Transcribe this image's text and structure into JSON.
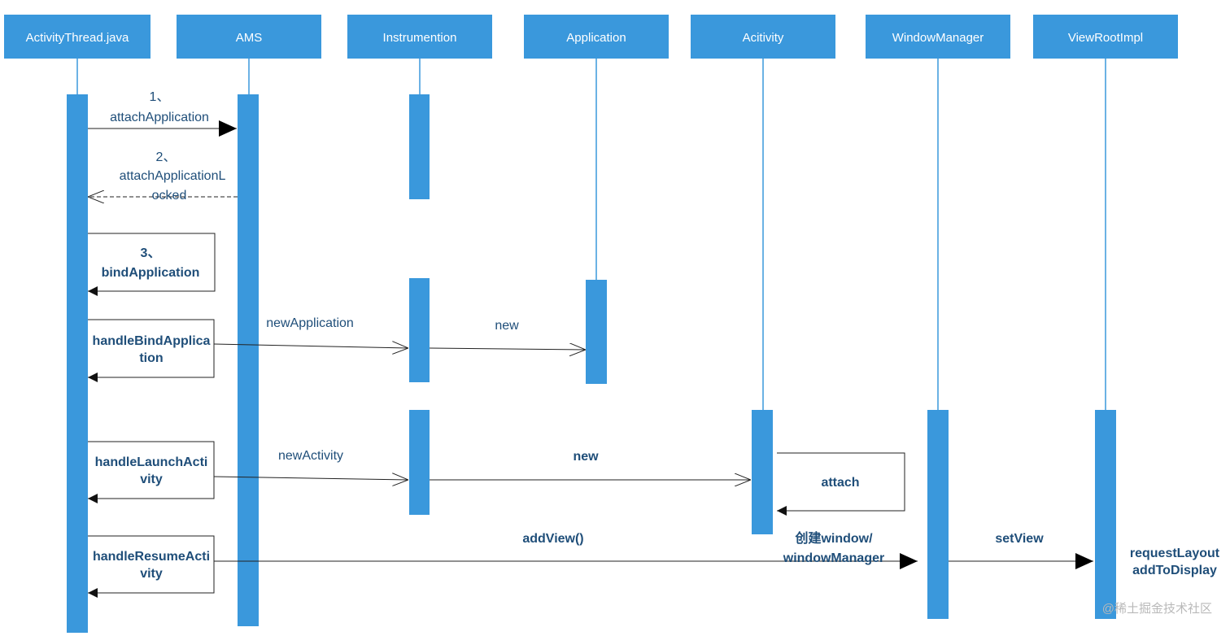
{
  "participants": {
    "activity_thread": "ActivityThread.java",
    "ams": "AMS",
    "instrumention": "Instrumention",
    "application": "Application",
    "acitivity": "Acitivity",
    "window_manager": "WindowManager",
    "view_root_impl": "ViewRootImpl"
  },
  "messages": {
    "m1_num": "1、",
    "m1_text": "attachApplication",
    "m2_num": "2、",
    "m2_text_a": "attachApplicationL",
    "m2_text_b": "ocked",
    "m3_num": "3、",
    "m3_text": "bindApplication",
    "handle_bind_a": "handleBindApplica",
    "handle_bind_b": "tion",
    "new_application": "newApplication",
    "new_1": "new",
    "handle_launch_a": "handleLaunchActi",
    "handle_launch_b": "vity",
    "new_activity": "newActivity",
    "new_2": "new",
    "attach": "attach",
    "handle_resume_a": "handleResumeActi",
    "handle_resume_b": "vity",
    "add_view": "addView()",
    "create_window_a": "创建window/",
    "create_window_b": "windowManager",
    "set_view": "setView",
    "request_layout": "requestLayout",
    "add_to_display": "addToDisplay"
  },
  "watermark": "@稀土掘金技术社区",
  "colors": {
    "participant_fill": "#3a98dc",
    "label_text": "#1f4e79",
    "arrow": "#222222"
  }
}
